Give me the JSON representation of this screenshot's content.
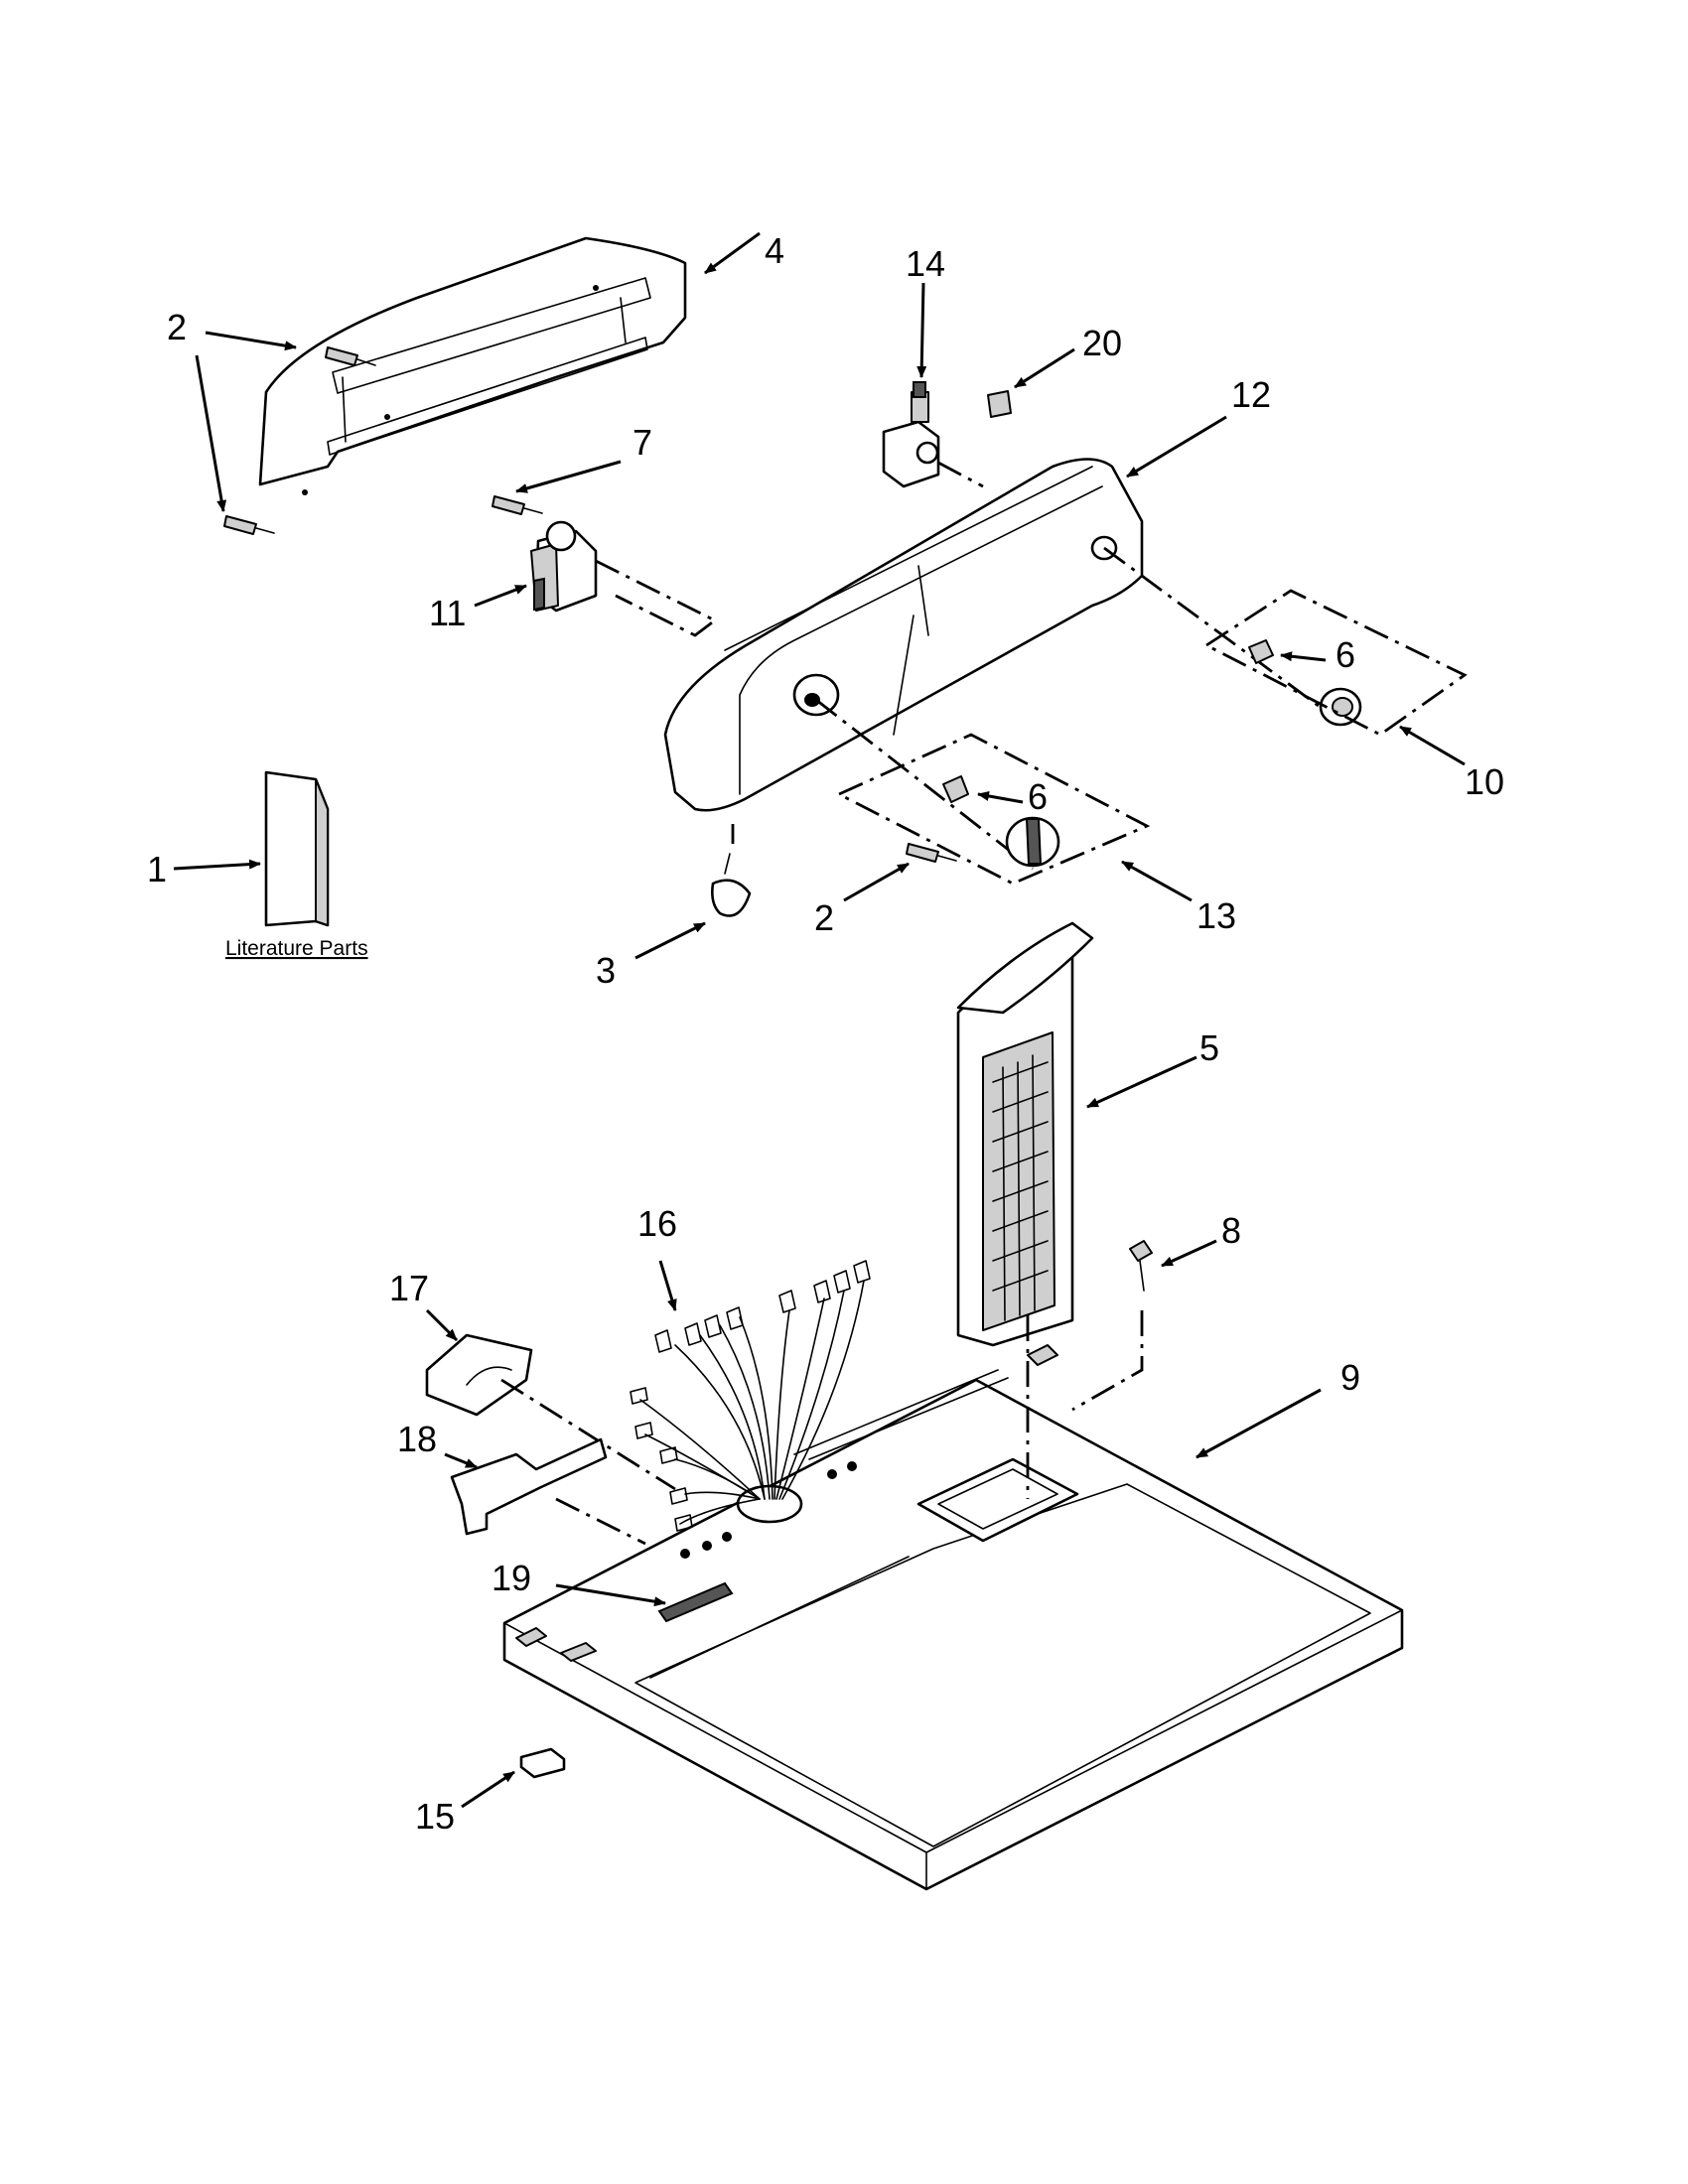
{
  "literature_label": "Literature Parts",
  "callouts": {
    "c1": "1",
    "c2a": "2",
    "c2b": "2",
    "c3": "3",
    "c4": "4",
    "c5": "5",
    "c6a": "6",
    "c6b": "6",
    "c7": "7",
    "c8": "8",
    "c9": "9",
    "c10": "10",
    "c11": "11",
    "c12": "12",
    "c13": "13",
    "c14": "14",
    "c15": "15",
    "c16": "16",
    "c17": "17",
    "c18": "18",
    "c19": "19",
    "c20": "20"
  }
}
